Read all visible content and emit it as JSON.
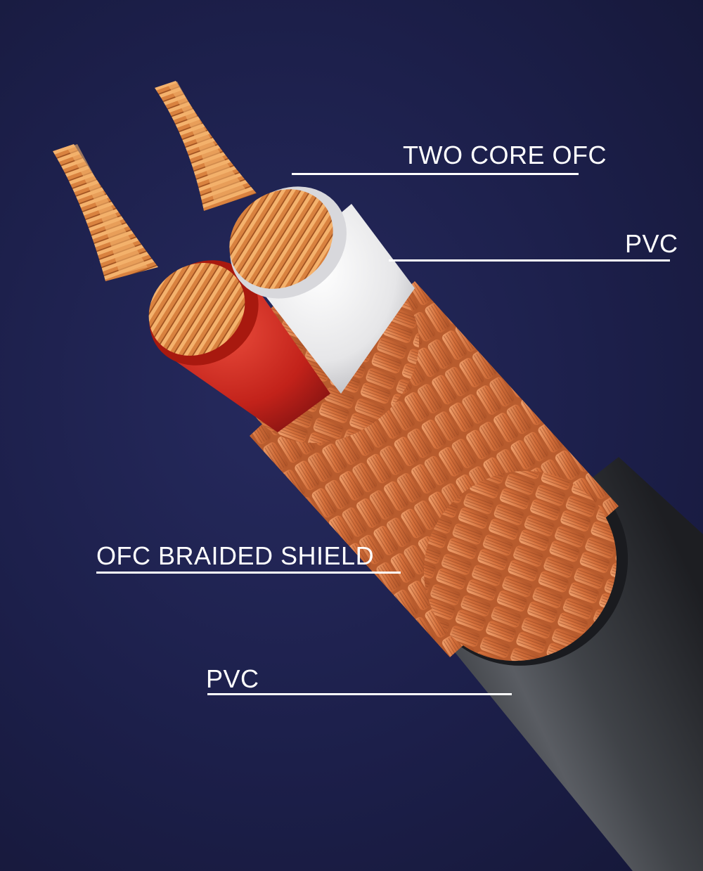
{
  "colors": {
    "background": "#1c1f4a",
    "copper": "#d9773f",
    "copper_light": "#f2a670",
    "red_insulation": "#c8261c",
    "white_insulation": "#eeeeee",
    "outer_jacket": "#3f4247",
    "label_text": "#ffffff"
  },
  "callouts": [
    {
      "id": "conductor",
      "label": "TWO CORE OFC"
    },
    {
      "id": "inner-insulation",
      "label": "PVC"
    },
    {
      "id": "shield",
      "label": "OFC BRAIDED SHIELD"
    },
    {
      "id": "outer-jacket",
      "label": "PVC"
    }
  ]
}
